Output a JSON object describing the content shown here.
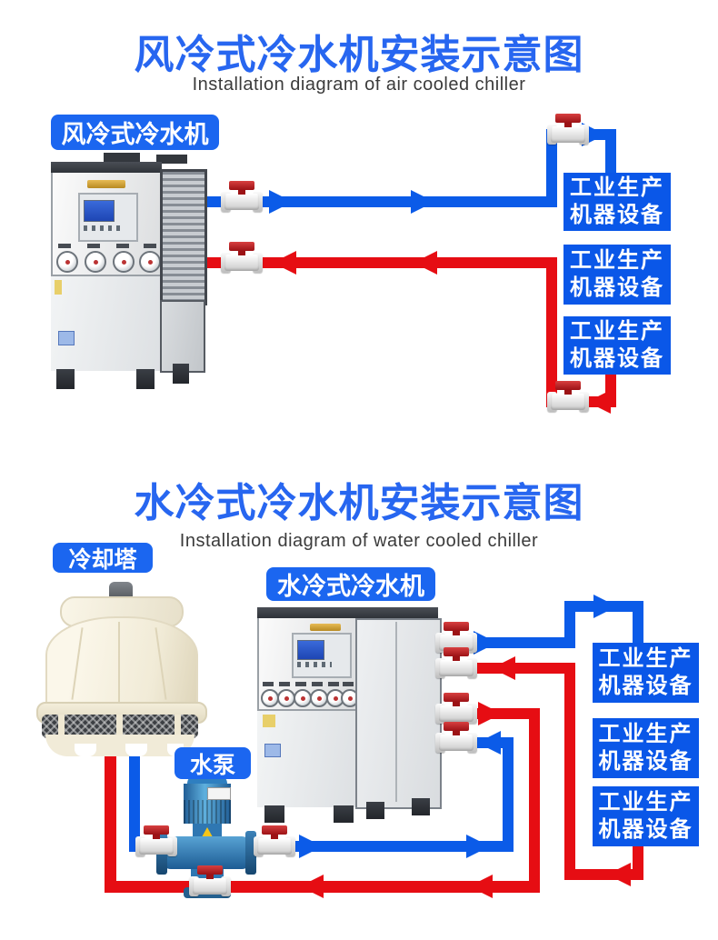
{
  "colors": {
    "title_blue": "#2766f0",
    "subtitle_gray": "#3b3b3b",
    "pipe_blue": "#0b5be8",
    "pipe_red": "#e60d13",
    "box_blue": "#0a57e8",
    "label_blue": "#1b66f0"
  },
  "air_section": {
    "title": "风冷式冷水机安装示意图",
    "subtitle": "Installation diagram of air cooled chiller",
    "chiller_label": "风冷式冷水机",
    "equipment_boxes": [
      {
        "line1": "工业生产",
        "line2": "机器设备"
      },
      {
        "line1": "工业生产",
        "line2": "机器设备"
      },
      {
        "line1": "工业生产",
        "line2": "机器设备"
      }
    ]
  },
  "water_section": {
    "title": "水冷式冷水机安装示意图",
    "subtitle": "Installation diagram of water cooled chiller",
    "tower_label": "冷却塔",
    "chiller_label": "水冷式冷水机",
    "pump_label": "水泵",
    "equipment_boxes": [
      {
        "line1": "工业生产",
        "line2": "机器设备"
      },
      {
        "line1": "工业生产",
        "line2": "机器设备"
      },
      {
        "line1": "工业生产",
        "line2": "机器设备"
      }
    ]
  }
}
